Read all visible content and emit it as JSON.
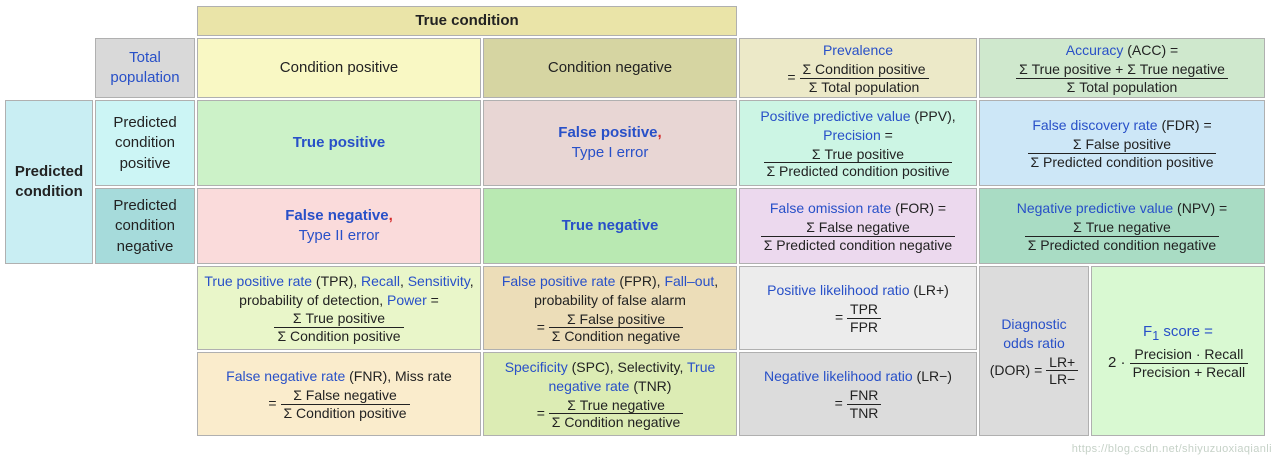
{
  "colors": {
    "true_condition_header": "#eae4a8",
    "condition_positive": "#f9f8c4",
    "condition_negative": "#d6d5a2",
    "total_population": "#d9d9d9",
    "prevalence": "#ece9c8",
    "accuracy": "#cfe8cd",
    "predicted_condition": "#c9eef3",
    "predicted_positive": "#ccf5f5",
    "predicted_negative": "#a6dbdb",
    "true_positive": "#ccf2c8",
    "false_positive": "#e8d6d4",
    "false_negative": "#fadbdb",
    "true_negative": "#b9e9b2",
    "ppv": "#ccf5e4",
    "fdr": "#cde7f7",
    "for_cell": "#ecd9ee",
    "npv": "#a9dcc4",
    "tpr": "#e9f6c9",
    "fpr": "#ecddb8",
    "lr_plus": "#ececec",
    "fnr": "#faeccc",
    "spc": "#dcecb4",
    "lr_minus": "#dcdcdc",
    "dor": "#dcdcdc",
    "f1": "#d9f9d2",
    "link_blue": "#2850c8",
    "error_red": "#d42c2c"
  },
  "header": {
    "true_condition": "True condition"
  },
  "labels": {
    "total_population": "Total population",
    "condition_positive": "Condition positive",
    "condition_negative": "Condition negative",
    "predicted_condition": "Predicted condition",
    "predicted_condition_positive": "Predicted condition positive",
    "predicted_condition_negative": "Predicted condition negative"
  },
  "cells": {
    "prevalence": {
      "title": "Prevalence",
      "eq": "=",
      "num": "Σ Condition positive",
      "den": "Σ Total population"
    },
    "accuracy": {
      "title": "Accuracy",
      "suffix": " (ACC) =",
      "num": "Σ True positive + Σ True negative",
      "den": "Σ Total population"
    },
    "true_positive": {
      "label": "True positive"
    },
    "false_positive": {
      "label": "False positive",
      "comma": ",",
      "error_type": "Type I error"
    },
    "false_negative": {
      "label": "False negative",
      "comma": ",",
      "error_type": "Type II error"
    },
    "true_negative": {
      "label": "True negative"
    },
    "ppv": {
      "t1": "Positive predictive value",
      "t2": " (PPV),",
      "t3": "Precision",
      "t4": " =",
      "num": "Σ True positive",
      "den": "Σ Predicted condition positive"
    },
    "fdr": {
      "t1": "False discovery rate",
      "t2": " (FDR) =",
      "num": "Σ False positive",
      "den": "Σ Predicted condition positive"
    },
    "for_cell": {
      "t1": "False omission rate",
      "t2": " (FOR) =",
      "num": "Σ False negative",
      "den": "Σ Predicted condition negative"
    },
    "npv": {
      "t1": "Negative predictive value",
      "t2": " (NPV) =",
      "num": "Σ True negative",
      "den": "Σ Predicted condition negative"
    },
    "tpr": {
      "t1": "True positive rate",
      "t2": " (TPR), ",
      "t3": "Recall",
      "t4": ", ",
      "t5": "Sensitivity",
      "t6": ", probability of detection, ",
      "t7": "Power",
      "t8": " = ",
      "num": "Σ True positive",
      "den": "Σ Condition positive"
    },
    "fpr": {
      "t1": "False positive rate",
      "t2": " (FPR), ",
      "t3": "Fall–out",
      "t4": ", probability of false alarm",
      "eq": "= ",
      "num": "Σ False positive",
      "den": "Σ Condition negative"
    },
    "lr_plus": {
      "t1": "Positive likelihood ratio",
      "t2": " (LR+)",
      "eq": "= ",
      "num": "TPR",
      "den": "FPR"
    },
    "fnr": {
      "t1": "False negative rate",
      "t2": " (FNR), Miss rate",
      "eq": "= ",
      "num": "Σ False negative",
      "den": "Σ Condition positive"
    },
    "spc": {
      "t1": "Specificity",
      "t2": " (SPC), Selectivity, ",
      "t3": "True negative rate",
      "t4": " (TNR)",
      "eq": "= ",
      "num": "Σ True negative",
      "den": "Σ Condition negative"
    },
    "lr_minus": {
      "t1": "Negative likelihood ratio",
      "t2": " (LR−)",
      "eq": "= ",
      "num": "FNR",
      "den": "TNR"
    },
    "dor": {
      "t1": "Diagnostic odds ratio",
      "t2": "(DOR) = ",
      "num": "LR+",
      "den": "LR−"
    },
    "f1": {
      "t1": "F",
      "sub": "1",
      "t2": " score =",
      "coeff": "2 · ",
      "num": "Precision · Recall",
      "den": "Precision + Recall"
    }
  },
  "watermark": "https://blog.csdn.net/shiyuzuoxiaqianli"
}
